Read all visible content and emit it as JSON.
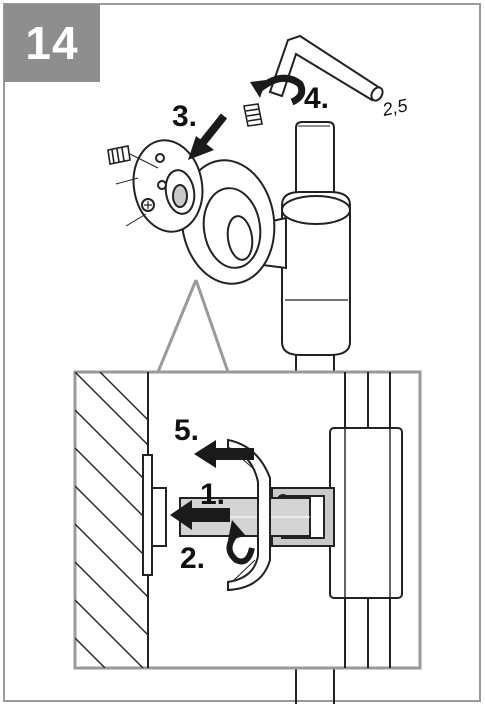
{
  "step_number": "14",
  "labels": {
    "step1": "1.",
    "step2": "2.",
    "step3": "3.",
    "step4": "4.",
    "step5": "5.",
    "hex_key_size": "2,5"
  },
  "colors": {
    "badge": "#8e8e8e",
    "frame": "#9a9a9a",
    "line": "#222222",
    "arrow": "#1a1a1a",
    "shade": "#c9c9c9"
  }
}
